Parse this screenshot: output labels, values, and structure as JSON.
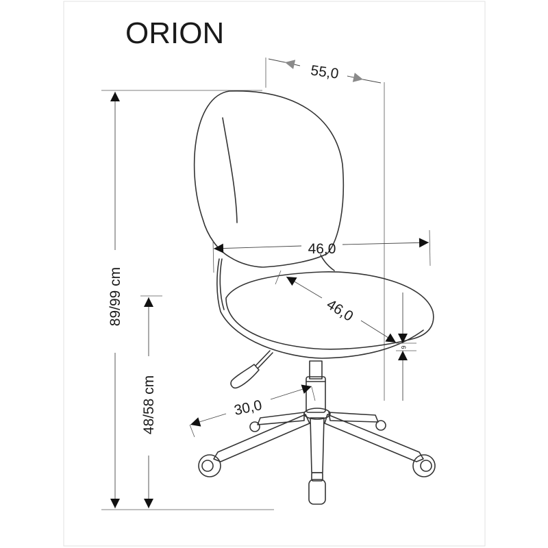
{
  "title": "ORION",
  "dimensions": {
    "depth": "55,0",
    "back_width": "46,0",
    "seat_depth": "46,0",
    "seat_thickness": "6",
    "base_radius": "30,0",
    "total_height": "89/99 cm",
    "seat_height": "48/58 cm"
  },
  "colors": {
    "line": "#333333",
    "arrow": "#111111",
    "arrow_gray": "#888888",
    "frame": "#dddddd"
  }
}
